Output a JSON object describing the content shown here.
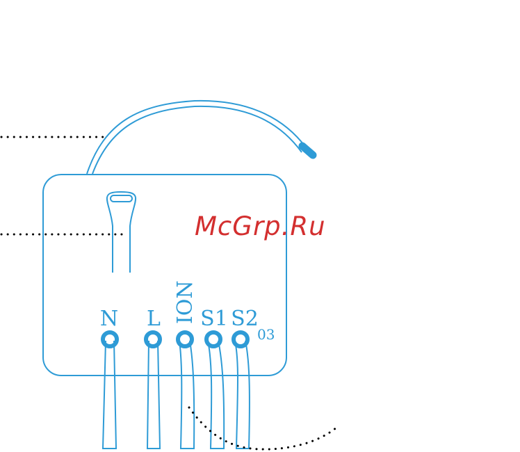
{
  "diagram": {
    "accent_color": "#2e9bd6",
    "terminals": [
      "N",
      "L",
      "ION",
      "S1",
      "S2"
    ],
    "part_code": "03",
    "watermark": "McGrp.Ru",
    "watermark_color": "#d32f2f"
  }
}
